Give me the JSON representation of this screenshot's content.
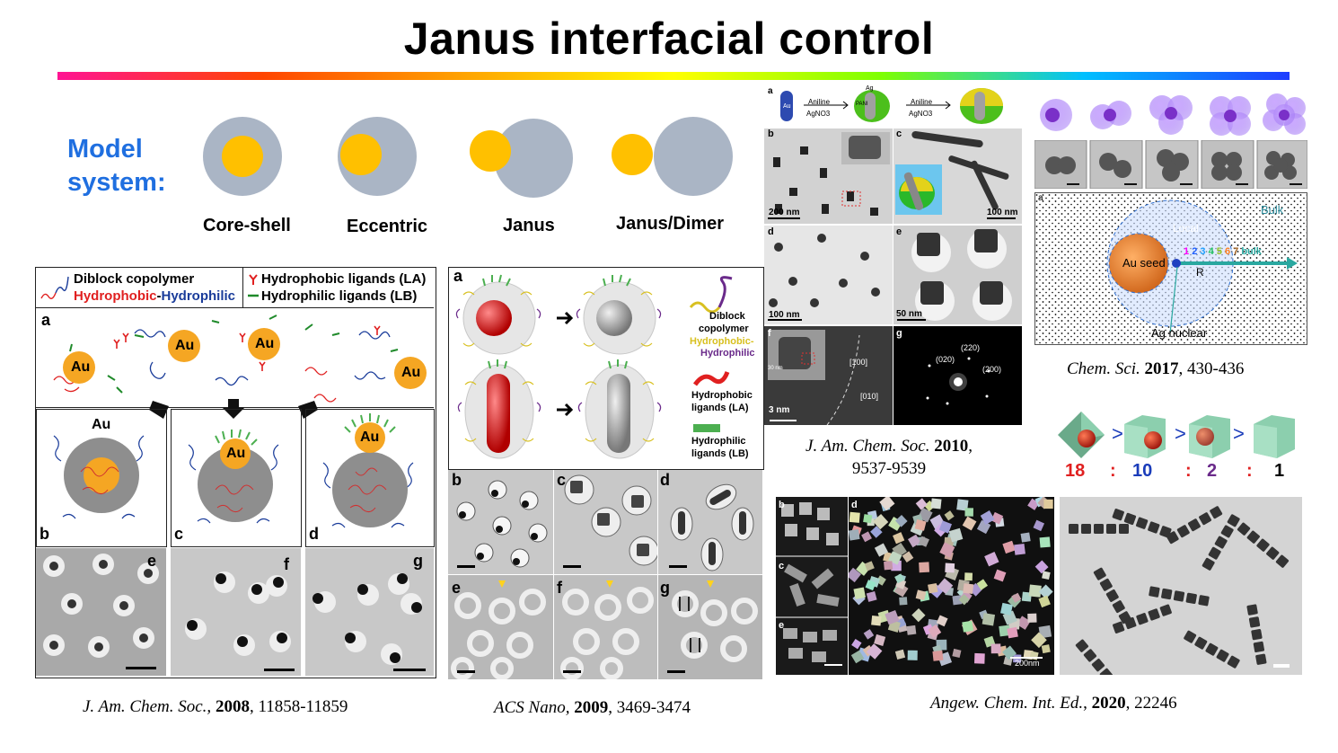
{
  "slide": {
    "title": "Janus interfacial control",
    "model_system_label": "Model system:",
    "model_items": [
      "Core-shell",
      "Eccentric",
      "Janus",
      "Janus/Dimer"
    ]
  },
  "colors": {
    "gold": "#ffc000",
    "shell": "#aab5c5",
    "blue_label": "#1f6fe0",
    "red": "#e02020",
    "navy": "#1a3c9a",
    "purple": "#6a2a8a"
  },
  "panel1": {
    "legend_diblock": "Diblock copolymer",
    "legend_hydrophobic": "Hydrophobic",
    "legend_dash": "-",
    "legend_hydrophilic": "Hydrophilic",
    "legend_la": "Hydrophobic ligands (LA)",
    "legend_lb": "Hydrophilic ligands (LB)",
    "au": "Au",
    "labels": [
      "a",
      "b",
      "c",
      "d",
      "e",
      "f",
      "g"
    ],
    "citation_journal": "J. Am. Chem. Soc.,",
    "citation_year": "2008",
    "citation_pages": ", 11858-11859"
  },
  "panel2": {
    "labels": [
      "a",
      "b",
      "c",
      "d",
      "e",
      "f",
      "g"
    ],
    "diblock_1": "Diblock",
    "diblock_2": "copolymer",
    "hydrophobic_word": "Hydrophobic-",
    "hydrophilic_word": "Hydrophilic",
    "la_1": "Hydrophobic",
    "la_2": "ligands (LA)",
    "lb_1": "Hydrophilic",
    "lb_2": "ligands (LB)",
    "citation_journal": "ACS Nano,",
    "citation_year": "2009",
    "citation_pages": ", 3469-3474"
  },
  "panel3": {
    "labels": [
      "a",
      "b",
      "c",
      "d",
      "e",
      "f",
      "g"
    ],
    "aniline": "Aniline",
    "agno3": "AgNO3",
    "au": "Au",
    "pani": "PANI",
    "ag": "Ag",
    "scale_200": "200 nm",
    "scale_100": "100 nm",
    "scale_100b": "100 nm",
    "scale_50": "50 nm",
    "scale_3": "3 nm",
    "scale_30": "30 nm",
    "miller_100": "[100]",
    "miller_010": "[010]",
    "spot_020": "(020)",
    "spot_220": "(220)",
    "spot_200": "(200)",
    "citation_journal": "J. Am. Chem. Soc.",
    "citation_year": "2010",
    "citation_pages": ",",
    "citation_pages2": "9537-9539"
  },
  "panel4": {
    "a": "a",
    "bulk": "Bulk",
    "local": "Local",
    "au_seed": "Au seed",
    "r": "R",
    "ag_nuclear": "Ag nuclear",
    "shells": [
      "1",
      "2",
      "3",
      "4",
      "5",
      "6",
      "7",
      "bulk"
    ],
    "citation_journal": "Chem. Sci.",
    "citation_year": "2017",
    "citation_pages": ", 430-436"
  },
  "panel5": {
    "ratio": [
      "18",
      ":",
      "10",
      ":",
      "2",
      ":",
      "1"
    ],
    "gt": ">",
    "labels": [
      "b",
      "c",
      "d",
      "e"
    ],
    "scale_200": "200nm",
    "citation_journal": "Angew. Chem. Int. Ed.",
    "citation_year": "2020",
    "citation_pages": ", 22246"
  }
}
